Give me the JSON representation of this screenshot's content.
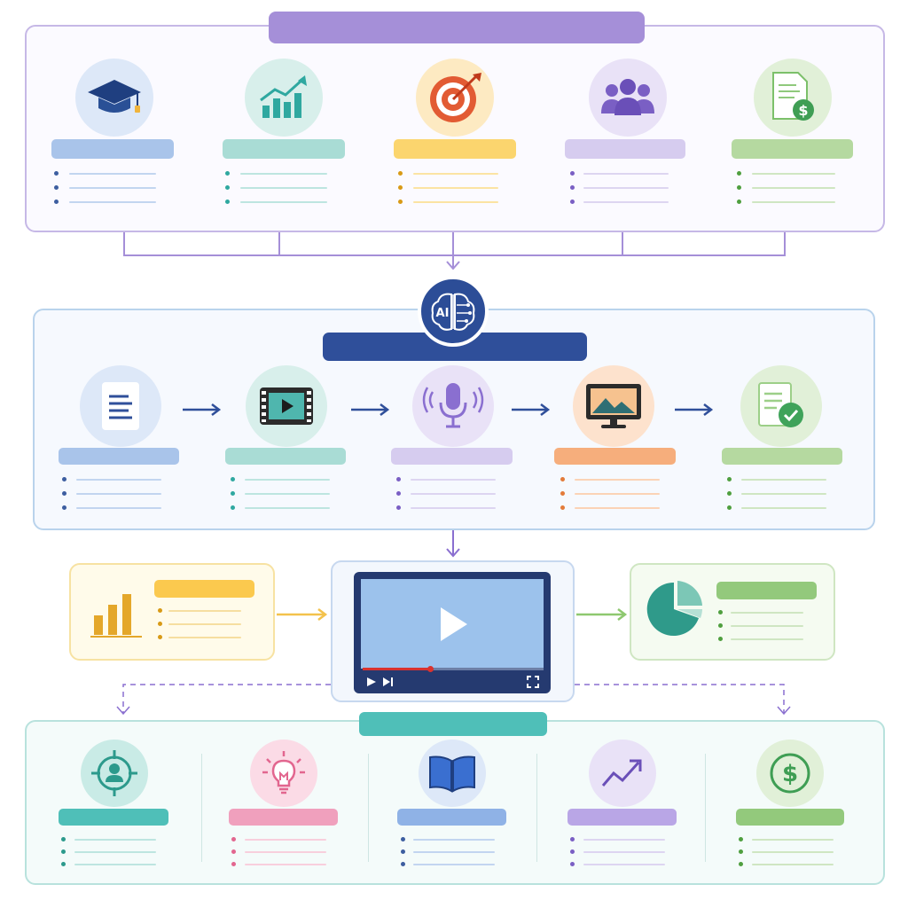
{
  "colors": {
    "purple": "#a58fd8",
    "navy": "#2f4f9a",
    "teal": "#4fbfb8",
    "blue": "#a9c4ea",
    "mint": "#a9dcd5",
    "yellow": "#fbd56e",
    "lavender": "#d6ccef",
    "green": "#b5d9a0",
    "orange": "#f6ae7c",
    "pink": "#f2a9c2"
  },
  "section_top": {
    "header_color": "purple",
    "items": [
      {
        "icon": "graduation-cap-icon",
        "color": "blue"
      },
      {
        "icon": "growth-chart-icon",
        "color": "mint"
      },
      {
        "icon": "target-icon",
        "color": "yellow"
      },
      {
        "icon": "team-icon",
        "color": "lavender"
      },
      {
        "icon": "invoice-dollar-icon",
        "color": "green"
      }
    ]
  },
  "section_middle": {
    "header_color": "navy",
    "hub_icon": "ai-brain-icon",
    "hub_text": "AI",
    "steps": [
      {
        "icon": "document-icon",
        "color": "blue"
      },
      {
        "icon": "video-film-icon",
        "color": "mint"
      },
      {
        "icon": "microphone-icon",
        "color": "lavender"
      },
      {
        "icon": "monitor-image-icon",
        "color": "orange"
      },
      {
        "icon": "document-check-icon",
        "color": "green"
      }
    ]
  },
  "video_row": {
    "left_card": {
      "icon": "bar-chart-icon",
      "color": "yellow"
    },
    "player": {
      "icon": "video-player-icon",
      "progress": 0.38
    },
    "right_card": {
      "icon": "pie-chart-icon",
      "color": "green"
    }
  },
  "section_bottom": {
    "header_color": "teal",
    "items": [
      {
        "icon": "target-user-icon",
        "color": "teal"
      },
      {
        "icon": "lightbulb-icon",
        "color": "pink"
      },
      {
        "icon": "open-book-icon",
        "color": "blue"
      },
      {
        "icon": "trend-up-icon",
        "color": "lavender"
      },
      {
        "icon": "dollar-coin-icon",
        "color": "green"
      }
    ]
  }
}
